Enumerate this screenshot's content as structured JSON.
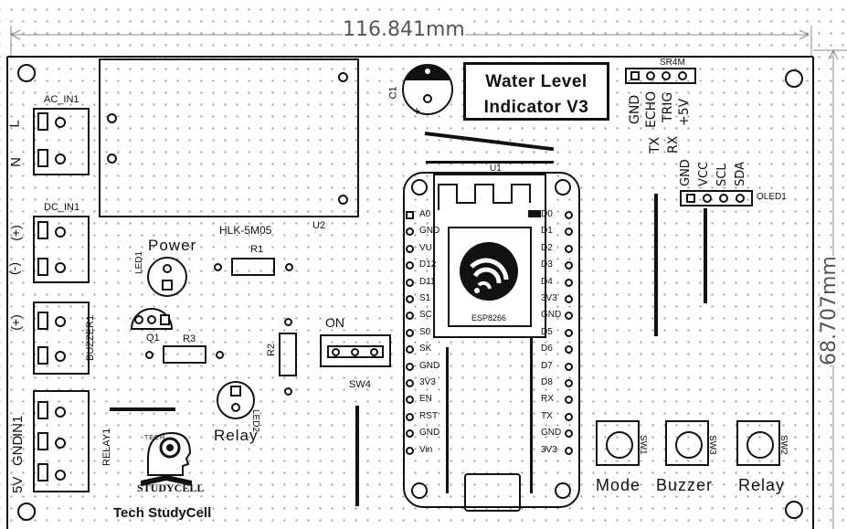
{
  "dimensions": {
    "width_label": "116.841mm",
    "height_label": "68.707mm"
  },
  "title": {
    "line1": "Water Level",
    "line2": "Indicator V3"
  },
  "connectors": {
    "ac_in": {
      "name": "AC_IN1",
      "pins": [
        "N",
        "L"
      ]
    },
    "dc_in": {
      "name": "DC_IN1",
      "pins": [
        "(+)",
        "(-)"
      ]
    },
    "buzzer": {
      "name": "BUZZER1",
      "pins": [
        "(+)"
      ]
    },
    "relay": {
      "name": "RELAY1",
      "header": "IN1",
      "pins": [
        "GND",
        "5V"
      ]
    }
  },
  "power_module": {
    "model": "HLK-5M05",
    "ref": "U2"
  },
  "capacitor": {
    "ref": "C1"
  },
  "sensor": {
    "ref": "SR4M",
    "pins": [
      "GND",
      "ECHO",
      "TRIG",
      "+5V"
    ],
    "extra_pins": [
      "TX",
      "RX"
    ]
  },
  "oled": {
    "ref": "OLED1",
    "pins": [
      "GND",
      "VCC",
      "SCL",
      "SDA"
    ]
  },
  "mcu": {
    "ref": "U1",
    "chip": "ESP8266",
    "left_pins": [
      "A0",
      "GND",
      "VU",
      "D12",
      "D11",
      "S1",
      "SC",
      "S0",
      "SK",
      "GND",
      "3V3",
      "EN",
      "RST",
      "GND",
      "Vin"
    ],
    "right_pins": [
      "D0",
      "D1",
      "D2",
      "D3",
      "D4",
      "3V3",
      "GND",
      "D5",
      "D6",
      "D7",
      "D8",
      "RX",
      "TX",
      "GND",
      "3V3"
    ]
  },
  "components": {
    "led_power": {
      "ref": "LED1",
      "label": "Power"
    },
    "led_relay": {
      "ref": "LED2",
      "label": "Relay"
    },
    "r1": "R1",
    "r2": "R2",
    "r3": "R3",
    "q1": "Q1",
    "switch": {
      "ref": "SW4",
      "label": "ON"
    }
  },
  "buttons": [
    {
      "ref": "SW1",
      "label": "Mode"
    },
    {
      "ref": "SW3",
      "label": "Buzzer"
    },
    {
      "ref": "SW2",
      "label": "Relay"
    }
  ],
  "logo": {
    "top": "TECH",
    "name": "STUDYCELL",
    "caption": "Tech StudyCell"
  }
}
